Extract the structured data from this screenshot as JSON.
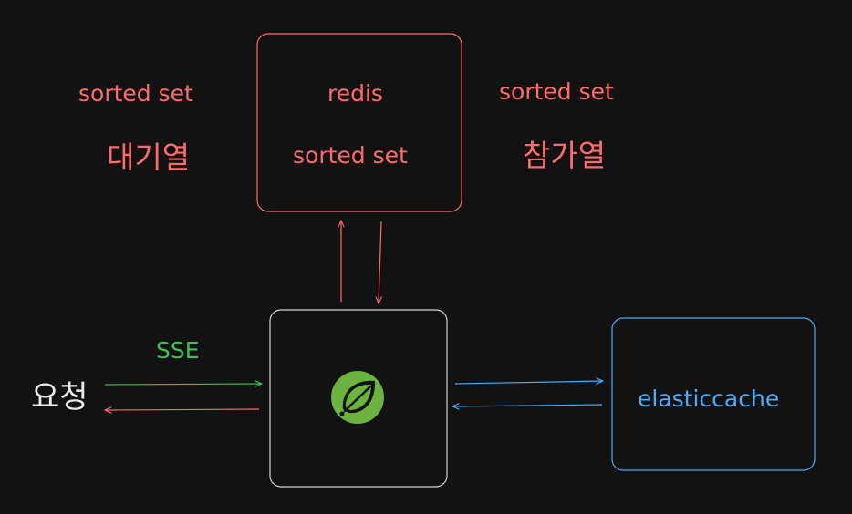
{
  "left_labels": {
    "line1": "sorted set",
    "line2": "대기열"
  },
  "redis_box": {
    "line1": "redis",
    "line2": "sorted set"
  },
  "right_labels": {
    "line1": "sorted set",
    "line2": "참가열"
  },
  "request_label": "요청",
  "sse_label": "SSE",
  "elasticcache_label": "elasticcache",
  "colors": {
    "background": "#121212",
    "red": "#ff6b6b",
    "green": "#40c057",
    "blue": "#4dabf7",
    "gray": "#ced4da",
    "spring_green": "#6db33f"
  },
  "icons": {
    "spring": "spring-leaf-icon"
  }
}
